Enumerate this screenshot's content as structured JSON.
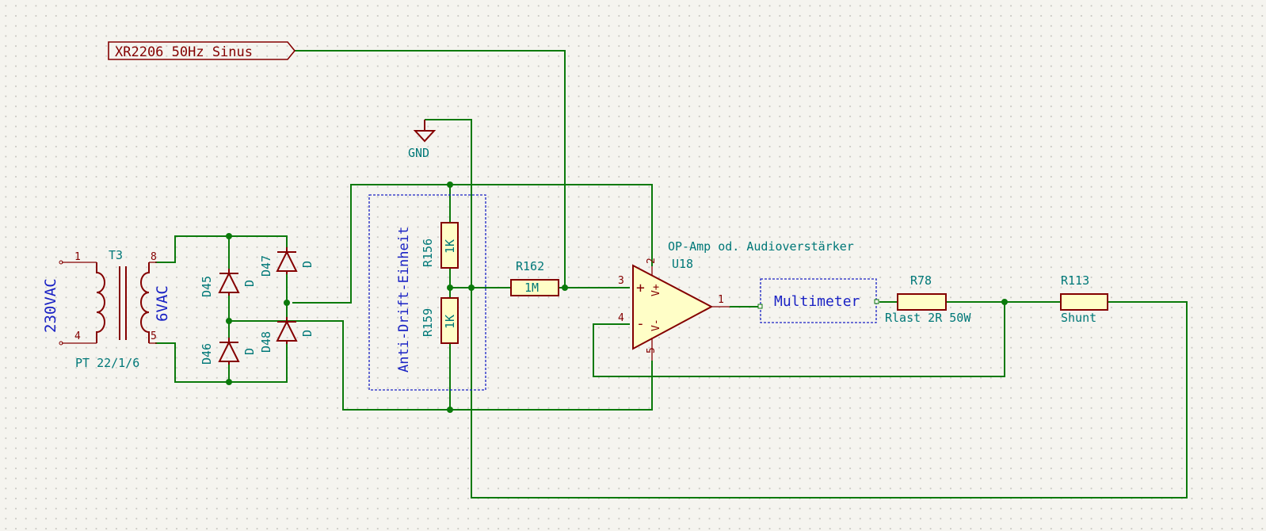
{
  "global_label": {
    "text": "XR2206_50Hz_Sinus"
  },
  "gnd": {
    "label": "GND"
  },
  "transformer": {
    "ref": "T3",
    "value": "PT 22/1/6",
    "primary_label": "230VAC",
    "secondary_label": "6VAC",
    "pins": [
      "1",
      "4",
      "8",
      "5"
    ]
  },
  "diodes": [
    {
      "ref": "D45",
      "value": "D"
    },
    {
      "ref": "D46",
      "value": "D"
    },
    {
      "ref": "D47",
      "value": "D"
    },
    {
      "ref": "D48",
      "value": "D"
    }
  ],
  "resistors": {
    "r156": {
      "ref": "R156",
      "value": "1K"
    },
    "r159": {
      "ref": "R159",
      "value": "1K"
    },
    "r162": {
      "ref": "R162",
      "value": "1M"
    },
    "r78": {
      "ref": "R78",
      "value": "Rlast 2R 50W"
    },
    "r113": {
      "ref": "R113",
      "value": "Shunt"
    }
  },
  "opamp": {
    "ref": "U18",
    "value": "OP-Amp od. Audioverstärker",
    "pins": [
      "3",
      "4",
      "2",
      "5",
      "1"
    ],
    "pin_names": {
      "plus": "+",
      "minus": "-",
      "vplus": "V+",
      "vminus": "V-"
    }
  },
  "anti_drift": {
    "label": "Anti-Drift-Einheit"
  },
  "multimeter": {
    "label": "Multimeter"
  },
  "colors": {
    "wire": "#0b7a0b",
    "component": "#840000",
    "component_fill": "#fffec7",
    "reference_text": "#007878",
    "notes": "#1a22c4",
    "background": "#f5f4ef"
  }
}
